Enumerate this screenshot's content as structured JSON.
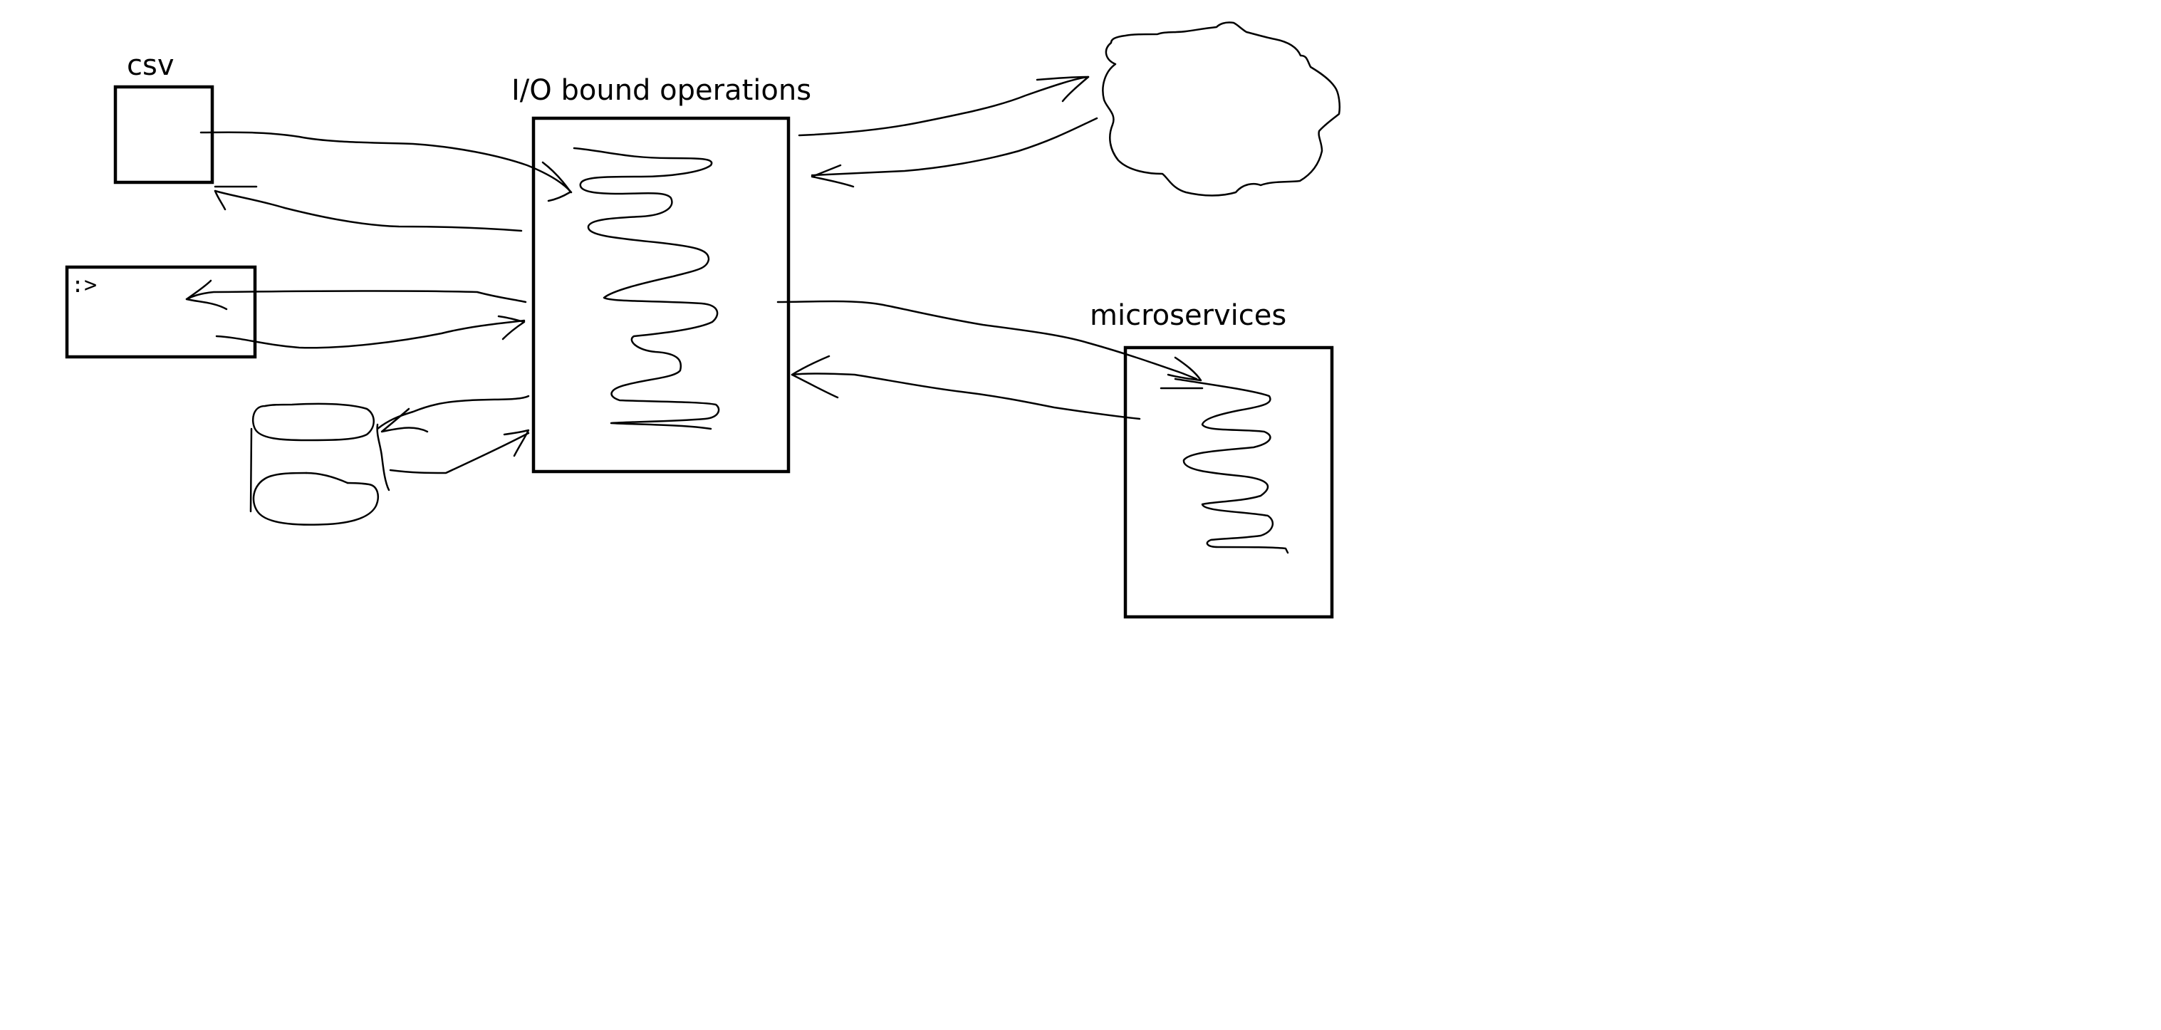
{
  "labels": {
    "csv": "csv",
    "io_bound": "I/O bound operations",
    "microservices": "microservices",
    "terminal_prompt": ":>"
  },
  "colors": {
    "background": "#ffffff",
    "stroke": "#000000"
  },
  "icons": {
    "csv_file": "file-box-icon",
    "terminal": "terminal-window-icon",
    "database": "database-cylinder-icon",
    "cloud": "cloud-icon",
    "process": "squiggle-process-icon"
  }
}
